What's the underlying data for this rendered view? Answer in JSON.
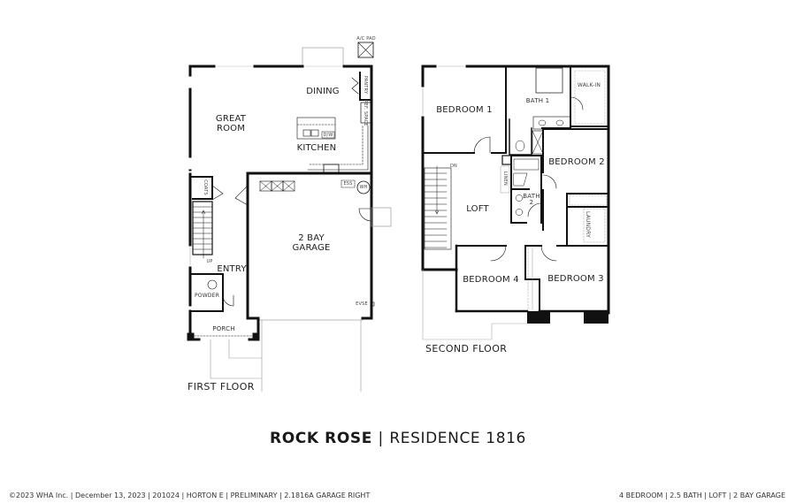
{
  "title": {
    "community": "ROCK ROSE",
    "separator": "|",
    "plan": "RESIDENCE 1816"
  },
  "first_floor": {
    "label": "FIRST FLOOR",
    "rooms": {
      "great_room": "GREAT\nROOM",
      "dining": "DINING",
      "kitchen": "KITCHEN",
      "garage": "2 BAY\nGARAGE",
      "entry": "ENTRY",
      "powder": "POWDER",
      "porch": "PORCH"
    },
    "fixtures": {
      "ac_pad": "A/C PAD",
      "pantry": "PANTRY",
      "ref_space": "REF. SPACE",
      "dishwasher": "D/W",
      "coats": "COATS",
      "ess": "ESS",
      "water_heater": "WH",
      "evse": "EVSE",
      "stairs_up": "UP"
    }
  },
  "second_floor": {
    "label": "SECOND FLOOR",
    "rooms": {
      "bedroom_1": "BEDROOM 1",
      "bath_1": "BATH 1",
      "walk_in": "WALK-IN",
      "bedroom_2": "BEDROOM 2",
      "loft": "LOFT",
      "bath_2": "BATH\n2",
      "laundry": "LAUNDRY",
      "bedroom_3": "BEDROOM 3",
      "bedroom_4": "BEDROOM 4"
    },
    "fixtures": {
      "linen": "LINEN",
      "stairs_down": "DN"
    }
  },
  "footer": {
    "left": "©2023 WHA Inc.  |  December 13, 2023  |  201024 |  HORTON E  | PRELIMINARY | 2.1816A GARAGE RIGHT",
    "right": "4 BEDROOM | 2.5 BATH | LOFT | 2 BAY GARAGE"
  }
}
